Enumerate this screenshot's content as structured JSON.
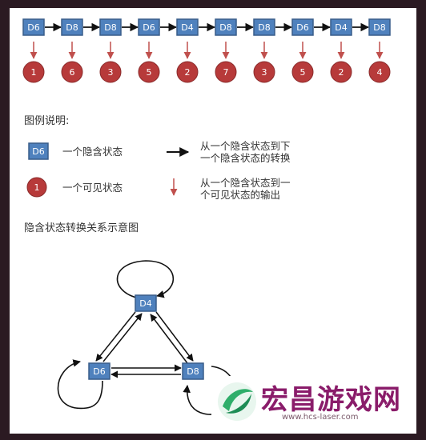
{
  "hidden_chain": [
    "D6",
    "D8",
    "D8",
    "D6",
    "D4",
    "D8",
    "D8",
    "D6",
    "D4",
    "D8"
  ],
  "visible_chain": [
    "1",
    "6",
    "3",
    "5",
    "2",
    "7",
    "3",
    "5",
    "2",
    "4"
  ],
  "legend": {
    "title": "图例说明:",
    "hidden_state_label": "一个隐含状态",
    "visible_state_label": "一个可见状态",
    "hidden_transition_label": [
      "从一个隐含状态到下",
      "一个隐含状态的转换"
    ],
    "emission_label": [
      "从一个隐含状态到一",
      "个可见状态的输出"
    ],
    "sample_hidden": "D6",
    "sample_visible": "1"
  },
  "relation": {
    "title": "隐含状态转换关系示意图",
    "nodes": [
      "D4",
      "D6",
      "D8"
    ]
  },
  "watermark": {
    "brand": "宏昌游戏网",
    "url": "www.hcs-laser.com"
  },
  "colors": {
    "hidden_fill": "#4f81bd",
    "hidden_border": "#385d8a",
    "visible_fill": "#b73a3a",
    "arrow_red": "#c0504d",
    "brand": "#8a1c6a"
  }
}
